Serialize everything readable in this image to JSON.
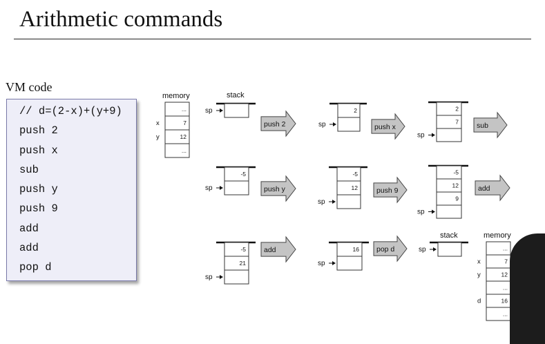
{
  "title": "Arithmetic commands",
  "vm_label": "VM code",
  "code_lines": [
    "// d=(2-x)+(y+9)",
    "push 2",
    "push x",
    "sub",
    "push y",
    "push 9",
    "add",
    "add",
    "pop d"
  ],
  "labels": {
    "memory": "memory",
    "stack": "stack",
    "sp": "sp"
  },
  "memory_initial": [
    {
      "name": "",
      "value": "..."
    },
    {
      "name": "x",
      "value": "7"
    },
    {
      "name": "y",
      "value": "12"
    },
    {
      "name": "",
      "value": "..."
    }
  ],
  "memory_final": [
    {
      "name": "",
      "value": "..."
    },
    {
      "name": "x",
      "value": "7"
    },
    {
      "name": "y",
      "value": "12"
    },
    {
      "name": "",
      "value": "..."
    },
    {
      "name": "d",
      "value": "16"
    },
    {
      "name": "",
      "value": "..."
    }
  ],
  "stacks": [
    {
      "id": "s0",
      "cells": [
        ""
      ]
    },
    {
      "id": "s1",
      "cells": [
        "2",
        ""
      ]
    },
    {
      "id": "s2",
      "cells": [
        "2",
        "7",
        ""
      ]
    },
    {
      "id": "s3",
      "cells": [
        "-5",
        ""
      ]
    },
    {
      "id": "s4",
      "cells": [
        "-5",
        "12",
        ""
      ]
    },
    {
      "id": "s5",
      "cells": [
        "-5",
        "12",
        "9",
        ""
      ]
    },
    {
      "id": "s6",
      "cells": [
        "-5",
        "21",
        ""
      ]
    },
    {
      "id": "s7",
      "cells": [
        "16",
        ""
      ]
    },
    {
      "id": "s8",
      "cells": [
        ""
      ]
    }
  ],
  "arrows": [
    {
      "label": "push 2"
    },
    {
      "label": "push x"
    },
    {
      "label": "sub"
    },
    {
      "label": "push y"
    },
    {
      "label": "push 9"
    },
    {
      "label": "add"
    },
    {
      "label": "add"
    },
    {
      "label": "pop d"
    }
  ]
}
